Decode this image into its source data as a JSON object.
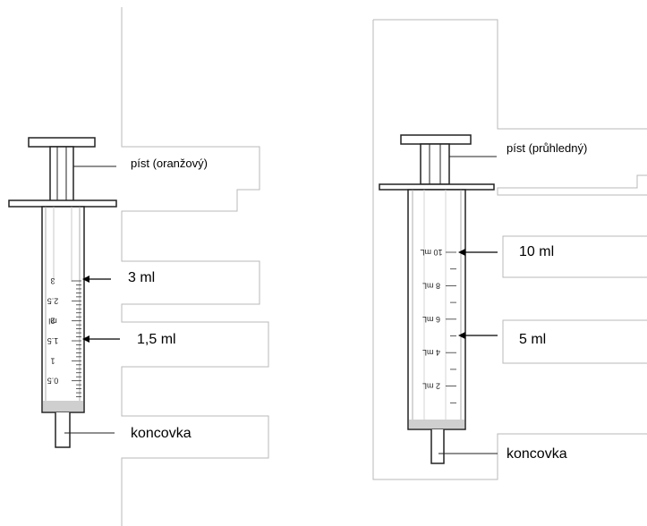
{
  "left_syringe": {
    "plunger_label": "píst (oranžový)",
    "mark_high_label": "3 ml",
    "mark_mid_label": "1,5 ml",
    "tip_label": "koncovka",
    "scale_values": [
      "0.5",
      "1",
      "1.5",
      "2",
      "2.5",
      "3"
    ],
    "scale_unit": "ml"
  },
  "right_syringe": {
    "plunger_label": "píst (průhledný)",
    "mark_high_label": "10 ml",
    "mark_mid_label": "5 ml",
    "tip_label": "koncovka",
    "scale_values": [
      "2 mL",
      "4 mL",
      "6 mL",
      "8 mL",
      "10 mL"
    ]
  }
}
